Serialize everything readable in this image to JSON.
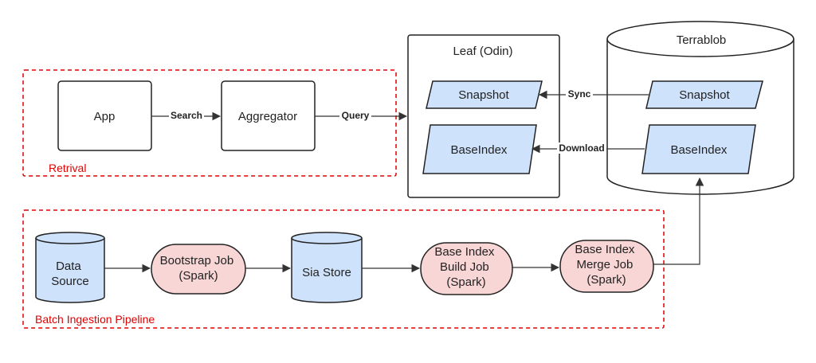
{
  "groups": {
    "retrieval": "Retrival",
    "batch": "Batch Ingestion Pipeline"
  },
  "nodes": {
    "app": "App",
    "aggregator": "Aggregator",
    "leaf_title": "Leaf (Odin)",
    "leaf_snapshot": "Snapshot",
    "leaf_baseindex": "BaseIndex",
    "terrablob_title": "Terrablob",
    "tb_snapshot": "Snapshot",
    "tb_baseindex": "BaseIndex",
    "data_source": [
      "Data",
      "Source"
    ],
    "bootstrap_job": [
      "Bootstrap Job",
      "(Spark)"
    ],
    "sia_store": "Sia Store",
    "build_job": [
      "Base Index",
      "Build Job",
      "(Spark)"
    ],
    "merge_job": [
      "Base Index",
      "Merge Job",
      "(Spark)"
    ]
  },
  "edges": {
    "search": "Search",
    "query": "Query",
    "sync": "Sync",
    "download": "Download"
  },
  "colors": {
    "group_border": "#e00000",
    "parallelogram_fill": "#cfe2fb",
    "cylinder_fill": "#cfe2fb",
    "job_fill": "#f8d6d6",
    "stroke": "#222222"
  }
}
